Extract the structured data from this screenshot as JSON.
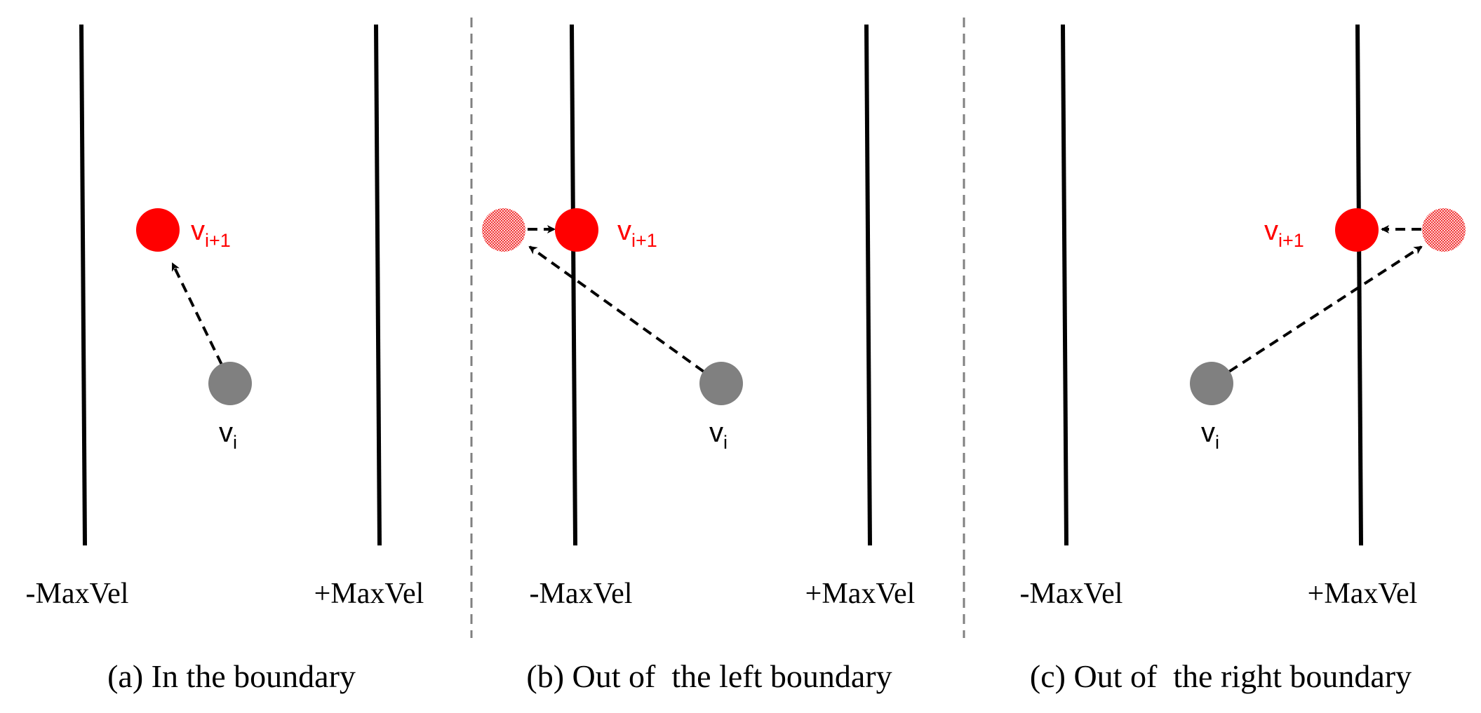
{
  "colors": {
    "boundary_line": "#000000",
    "separator": "#808080",
    "current_point": "#808080",
    "next_point": "#ff0000",
    "label_red": "#ff0000",
    "label_black": "#000000"
  },
  "panels": [
    {
      "caption": "(a) In the boundary",
      "left_label": "-MaxVel",
      "right_label": "+MaxVel",
      "current_label": {
        "base": "v",
        "sub": "i"
      },
      "next_label": {
        "base": "v",
        "sub": "i+1"
      }
    },
    {
      "caption": "(b) Out of  the left boundary",
      "left_label": "-MaxVel",
      "right_label": "+MaxVel",
      "current_label": {
        "base": "v",
        "sub": "i"
      },
      "next_label": {
        "base": "v",
        "sub": "i+1"
      }
    },
    {
      "caption": "(c) Out of  the right boundary",
      "left_label": "-MaxVel",
      "right_label": "+MaxVel",
      "current_label": {
        "base": "v",
        "sub": "i"
      },
      "next_label": {
        "base": "v",
        "sub": "i+1"
      }
    }
  ]
}
